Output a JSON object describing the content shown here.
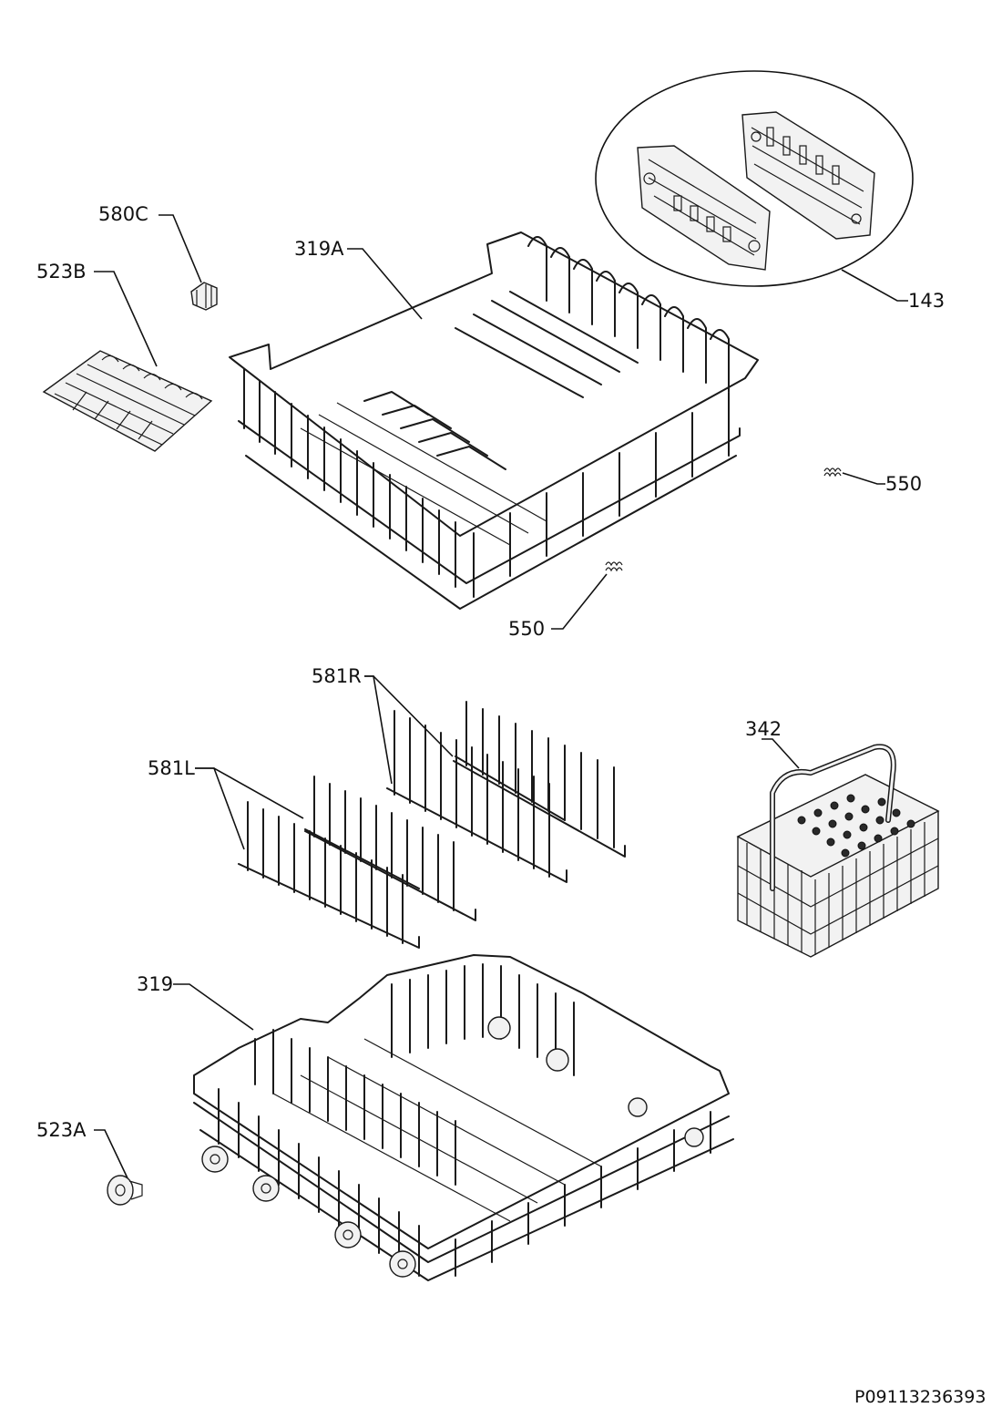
{
  "labels": {
    "l580C": "580C",
    "l523B": "523B",
    "l319A": "319A",
    "l143": "143",
    "l550a": "550",
    "l550b": "550",
    "l581R": "581R",
    "l581L": "581L",
    "l342": "342",
    "l319": "319",
    "l523A": "523A"
  },
  "footer": {
    "ref": "P09113236393"
  }
}
